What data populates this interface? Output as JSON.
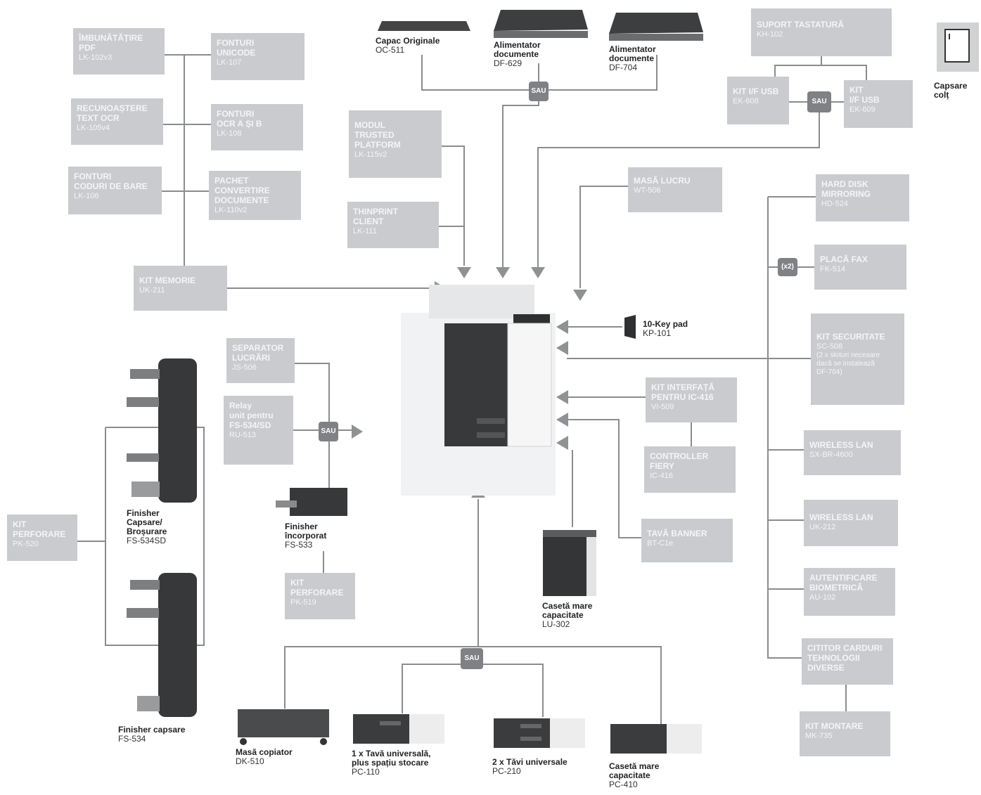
{
  "options": {
    "pdf_enhance": {
      "name": "ÎMBUNĂTĂȚIRE\nPDF",
      "code": "LK-102v3"
    },
    "unicode_fonts": {
      "name": "FONTURI\nUNICODE",
      "code": "LK-107"
    },
    "ocr_text": {
      "name": "RECUNOAȘTERE\nTEXT OCR",
      "code": "LK-105v4"
    },
    "ocr_fonts": {
      "name": "FONTURI\nOCR A ȘI B",
      "code": "LK-108"
    },
    "barcode_fonts": {
      "name": "FONTURI\nCODURI DE BARE",
      "code": "LK-106"
    },
    "doc_converter": {
      "name": "PACHET\nCONVERTIRE\nDOCUMENTE",
      "code": "LK-110v2"
    },
    "memory_kit": {
      "name": "KIT MEMORIE",
      "code": "UK-211"
    },
    "trusted_platform": {
      "name": "MODUL\nTRUSTED\nPLATFORM",
      "code": "LK-115v2"
    },
    "thinprint": {
      "name": "THINPRINT\nCLIENT",
      "code": "LK-111"
    },
    "keyboard_support": {
      "name": "SUPORT TASTATURĂ",
      "code": "KH-102"
    },
    "usb_608": {
      "name": "KIT I/F USB",
      "code": "EK-608"
    },
    "usb_609": {
      "name": "KIT\nI/F USB",
      "code": "EK-609"
    },
    "work_table": {
      "name": "MASĂ LUCRU",
      "code": "WT-506"
    },
    "hdd_mirror": {
      "name": "HARD DISK\nMIRRORING",
      "code": "HD-524"
    },
    "fax_board": {
      "name": "PLACĂ FAX",
      "code": "FK-514"
    },
    "security_kit": {
      "name": "KIT SECURITATE",
      "code": "SC-508",
      "note": "(2 x sloturi necesare\ndacă se instalează\nDF-704)"
    },
    "interface_kit": {
      "name": "KIT INTERFAȚĂ\nPENTRU IC-416",
      "code": "VI-509"
    },
    "fiery": {
      "name": "CONTROLLER\nFIERY",
      "code": "IC-416"
    },
    "banner_tray": {
      "name": "TAVĂ BANNER",
      "code": "BT-C1e"
    },
    "wlan_4500": {
      "name": "WIRELESS LAN",
      "code": "SX-BR-4600"
    },
    "wlan_212": {
      "name": "WIRELESS LAN",
      "code": "UK-212"
    },
    "biometric": {
      "name": "AUTENTIFICARE\nBIOMETRICĂ",
      "code": "AU-102"
    },
    "card_reader": {
      "name": "CITITOR CARDURI\nTEHNOLOGII\nDIVERSE",
      "code": ""
    },
    "mount_kit": {
      "name": "KIT MONTARE",
      "code": "MK-735"
    },
    "job_separator": {
      "name": "SEPARATOR\nLUCRĂRI",
      "code": "JS-506"
    },
    "relay_unit": {
      "name": "Relay\nunit pentru\nFS-534/SD",
      "code": "RU-513"
    },
    "punch_kit_pk520": {
      "name": "KIT\nPERFORARE",
      "code": "PK-520"
    },
    "punch_kit_pk519": {
      "name": "KIT\nPERFORARE",
      "code": "PK-519"
    }
  },
  "devices": {
    "cover": {
      "name": "Capac Originale",
      "code": "OC-511"
    },
    "df629": {
      "name": "Alimentator\ndocumente",
      "code": "DF-629"
    },
    "df704": {
      "name": "Alimentator\ndocumente",
      "code": "DF-704"
    },
    "corner_staple": {
      "name": "Capsare\ncolț",
      "code": ""
    },
    "keypad": {
      "name": "10-Key pad",
      "code": "KP-101"
    },
    "fs534sd": {
      "name": "Finisher\nCapsare/\nBroșurare",
      "code": "FS-534SD"
    },
    "fs534": {
      "name": "Finisher capsare",
      "code": "FS-534"
    },
    "fs533": {
      "name": "Finisher\nîncorporat",
      "code": "FS-533"
    },
    "lu302": {
      "name": "Casetă mare\ncapacitate",
      "code": "LU-302"
    },
    "dk510": {
      "name": "Masă copiator",
      "code": "DK-510"
    },
    "pc110": {
      "name": "1 x Tavă universală,\nplus spațiu stocare",
      "code": "PC-110"
    },
    "pc210": {
      "name": "2 x Tăvi universale",
      "code": "PC-210"
    },
    "pc410": {
      "name": "Casetă mare\ncapacitate",
      "code": "PC-410"
    }
  },
  "connectors": {
    "or_label": "SAU",
    "x2_label": "(x2)"
  },
  "colors": {
    "box": "#c9cbce",
    "line": "#8a8c8f",
    "arrow": "#8f9194",
    "sau": "#7f8185",
    "device": "#3c3d3f"
  }
}
